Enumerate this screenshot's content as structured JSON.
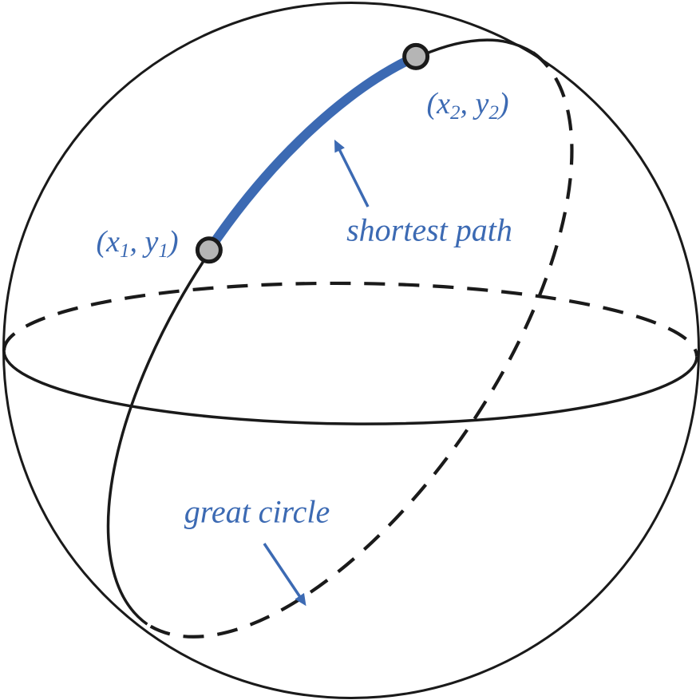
{
  "diagram": {
    "labels": {
      "point1": {
        "open": "(",
        "x": "x",
        "x_sub": "1",
        "comma": ", ",
        "y": "y",
        "y_sub": "1",
        "close": ")"
      },
      "point2": {
        "open": "(",
        "x": "x",
        "x_sub": "2",
        "comma": ", ",
        "y": "y",
        "y_sub": "2",
        "close": ")"
      },
      "shortest_path": "shortest path",
      "great_circle": "great circle"
    }
  },
  "colors": {
    "accent": "#3c6ab3",
    "line": "#1a1a1a",
    "dot_fill": "#b5b5b5"
  }
}
